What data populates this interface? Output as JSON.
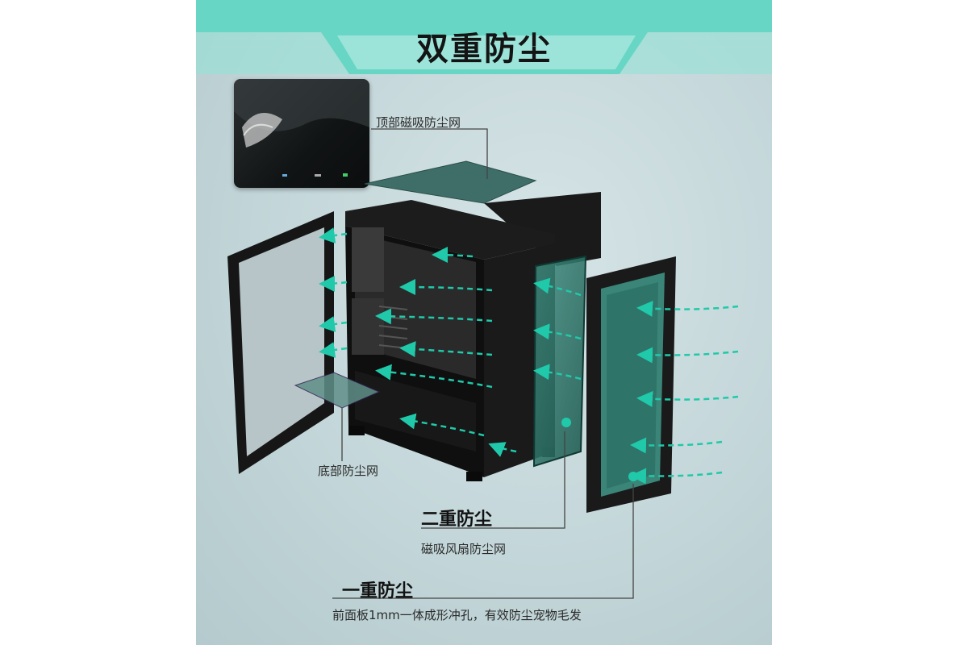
{
  "title": "双重防尘",
  "labels": {
    "top_filter": "顶部磁吸防尘网",
    "bottom_filter": "底部防尘网",
    "second_layer_title": "二重防尘",
    "second_layer_desc": "磁吸风扇防尘网",
    "first_layer_title": "一重防尘",
    "first_layer_desc": "前面板1mm一体成形冲孔，有效防尘宠物毛发"
  },
  "colors": {
    "accent": "#1fc7a9",
    "header_band": "#5fd3c2",
    "case_body": "#141414",
    "filter_green": "#2a6e62"
  }
}
